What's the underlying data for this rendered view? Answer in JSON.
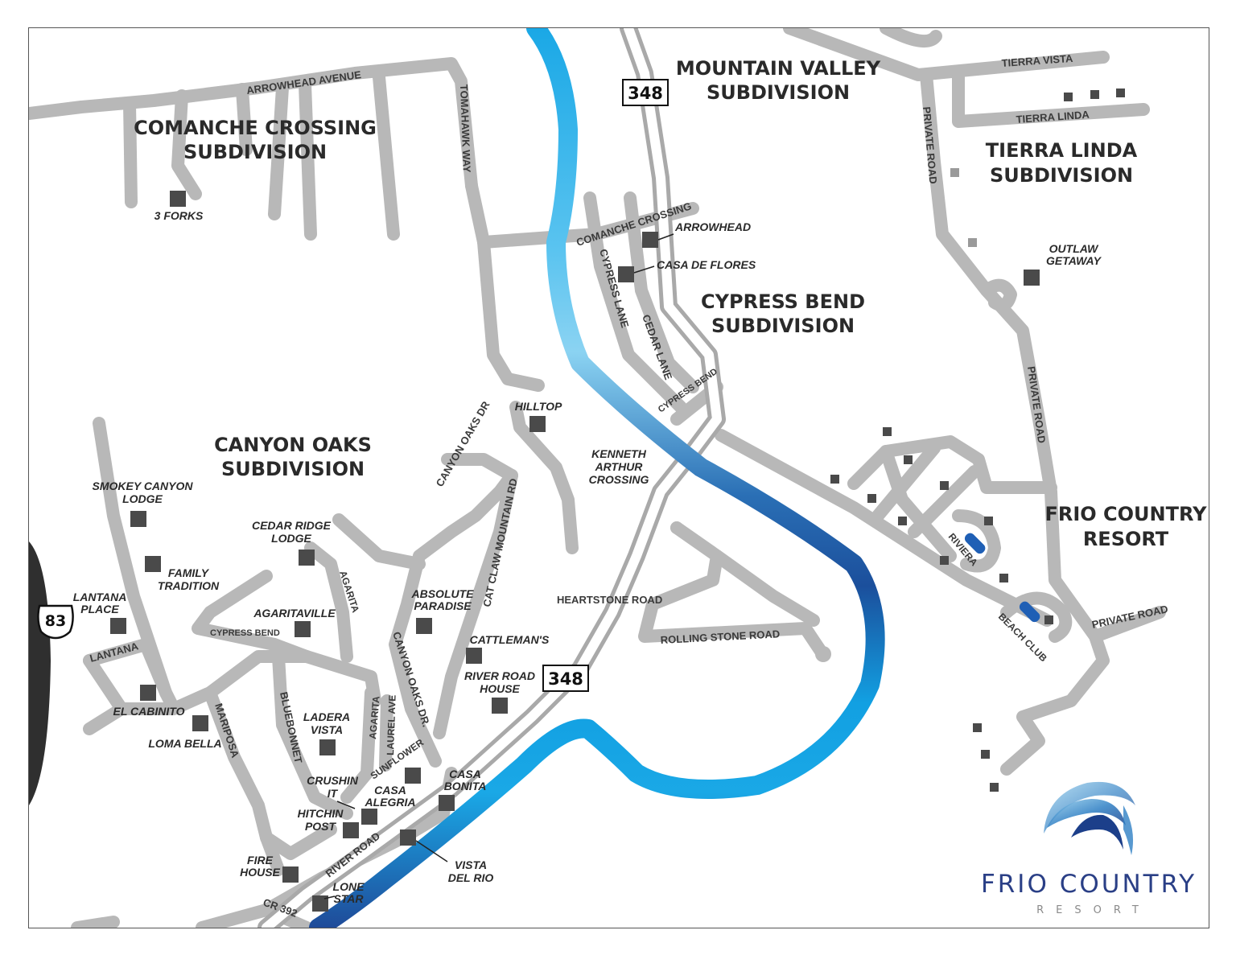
{
  "subdivisions": {
    "mountain_valley": [
      "MOUNTAIN VALLEY",
      "SUBDIVISION"
    ],
    "comanche_crossing": [
      "COMANCHE CROSSING",
      "SUBDIVISION"
    ],
    "tierra_linda": [
      "TIERRA LINDA",
      "SUBDIVISION"
    ],
    "cypress_bend": [
      "CYPRESS BEND",
      "SUBDIVISION"
    ],
    "canyon_oaks": [
      "CANYON OAKS",
      "SUBDIVISION"
    ],
    "frio_country": [
      "FRIO COUNTRY",
      "RESORT"
    ]
  },
  "highways": {
    "route_348_top": "348",
    "route_348_bottom": "348",
    "us_83": "83"
  },
  "roads": {
    "arrowhead_avenue": "ARROWHEAD AVENUE",
    "tomahawk_way": "TOMAHAWK WAY",
    "tierra_vista": "TIERRA VISTA",
    "tierra_linda": "TIERRA LINDA",
    "private_road_1": "PRIVATE ROAD",
    "private_road_2": "PRIVATE ROAD",
    "private_road_3": "PRIVATE ROAD",
    "comanche_crossing": "COMANCHE CROSSING",
    "cypress_lane": "CYPRESS LANE",
    "cedar_lane": "CEDAR LANE",
    "cypress_bend": "CYPRESS BEND",
    "canyon_oaks_dr_top": "CANYON OAKS DR",
    "cat_claw_mountain_rd": "CAT CLAW MOUNTAIN RD",
    "heartstone_road": "HEARTSTONE ROAD",
    "rolling_stone_road": "ROLLING STONE ROAD",
    "agarita_1": "AGARITA",
    "agarita_2": "AGARITA",
    "cypress_bend_west": "CYPRESS BEND",
    "lantana": "LANTANA",
    "mariposa": "MARIPOSA",
    "bluebonnet": "BLUEBONNET",
    "laurel_ave": "LAUREL AVE",
    "canyon_oaks_dr_bottom": "CANYON OAKS DR.",
    "sunflower": "SUNFLOWER",
    "river_road": "RIVER ROAD",
    "cr_392": "CR 392",
    "riviera": "RIVIERA",
    "beach_club": "BEACH CLUB"
  },
  "properties": {
    "three_forks": [
      "3 FORKS"
    ],
    "arrowhead": [
      "ARROWHEAD"
    ],
    "casa_de_flores": [
      "CASA DE FLORES"
    ],
    "outlaw_getaway": [
      "OUTLAW",
      "GETAWAY"
    ],
    "hilltop": [
      "HILLTOP"
    ],
    "kenneth_arthur": [
      "KENNETH",
      "ARTHUR",
      "CROSSING"
    ],
    "smokey_canyon": [
      "SMOKEY CANYON",
      "LODGE"
    ],
    "cedar_ridge": [
      "CEDAR RIDGE",
      "LODGE"
    ],
    "family_tradition": [
      "FAMILY",
      "TRADITION"
    ],
    "lantana_place": [
      "LANTANA",
      "PLACE"
    ],
    "agaritaville": [
      "AGARITAVILLE"
    ],
    "absolute_paradise": [
      "ABSOLUTE",
      "PARADISE"
    ],
    "cattlemans": [
      "CATTLEMAN'S"
    ],
    "river_road_house": [
      "RIVER ROAD",
      "HOUSE"
    ],
    "el_cabinito": [
      "EL CABINITO"
    ],
    "loma_bella": [
      "LOMA BELLA"
    ],
    "ladera_vista": [
      "LADERA",
      "VISTA"
    ],
    "crushin_it": [
      "CRUSHIN",
      "IT"
    ],
    "casa_alegria": [
      "CASA",
      "ALEGRIA"
    ],
    "casa_bonita": [
      "CASA",
      "BONITA"
    ],
    "hitchin_post": [
      "HITCHIN",
      "POST"
    ],
    "fire_house": [
      "FIRE",
      "HOUSE"
    ],
    "lone_star": [
      "LONE",
      "STAR"
    ],
    "vista_del_rio": [
      "VISTA",
      "DEL RIO"
    ]
  },
  "logo": {
    "title": "FRIO COUNTRY",
    "subtitle": "RESORT"
  },
  "colors": {
    "road": "#b8b8b8",
    "river_light": "#7ecff2",
    "river_mid": "#1aa0e0",
    "river_dark": "#1b4f9c",
    "property": "#4a4a4a",
    "logo_blue": "#2a3f86"
  }
}
